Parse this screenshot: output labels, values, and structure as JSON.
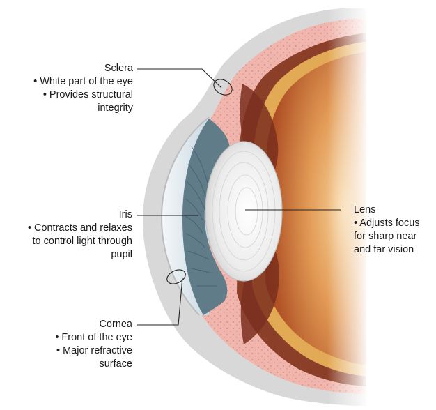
{
  "labels": {
    "sclera": {
      "title": "Sclera",
      "lines": [
        "• White part of the eye",
        "• Provides structural",
        "integrity"
      ]
    },
    "iris": {
      "title": "Iris",
      "lines": [
        "• Contracts and relaxes",
        "to control light through",
        "pupil"
      ]
    },
    "lens": {
      "title": "Lens",
      "lines": [
        "• Adjusts focus",
        "for sharp near",
        "and far vision"
      ]
    },
    "cornea": {
      "title": "Cornea",
      "lines": [
        "• Front of the eye",
        "• Major refractive",
        "surface"
      ]
    }
  },
  "colors": {
    "sclera_outer": "#d5d5d5",
    "sclera_inner": "#efb4ac",
    "choroid": "#8a3b26",
    "retina": "#e1a85a",
    "vitreous": "#c96a2c",
    "iris": "#607d8a",
    "lens": "#e9e9e9",
    "cornea_fluid": "#dfeaf0"
  }
}
